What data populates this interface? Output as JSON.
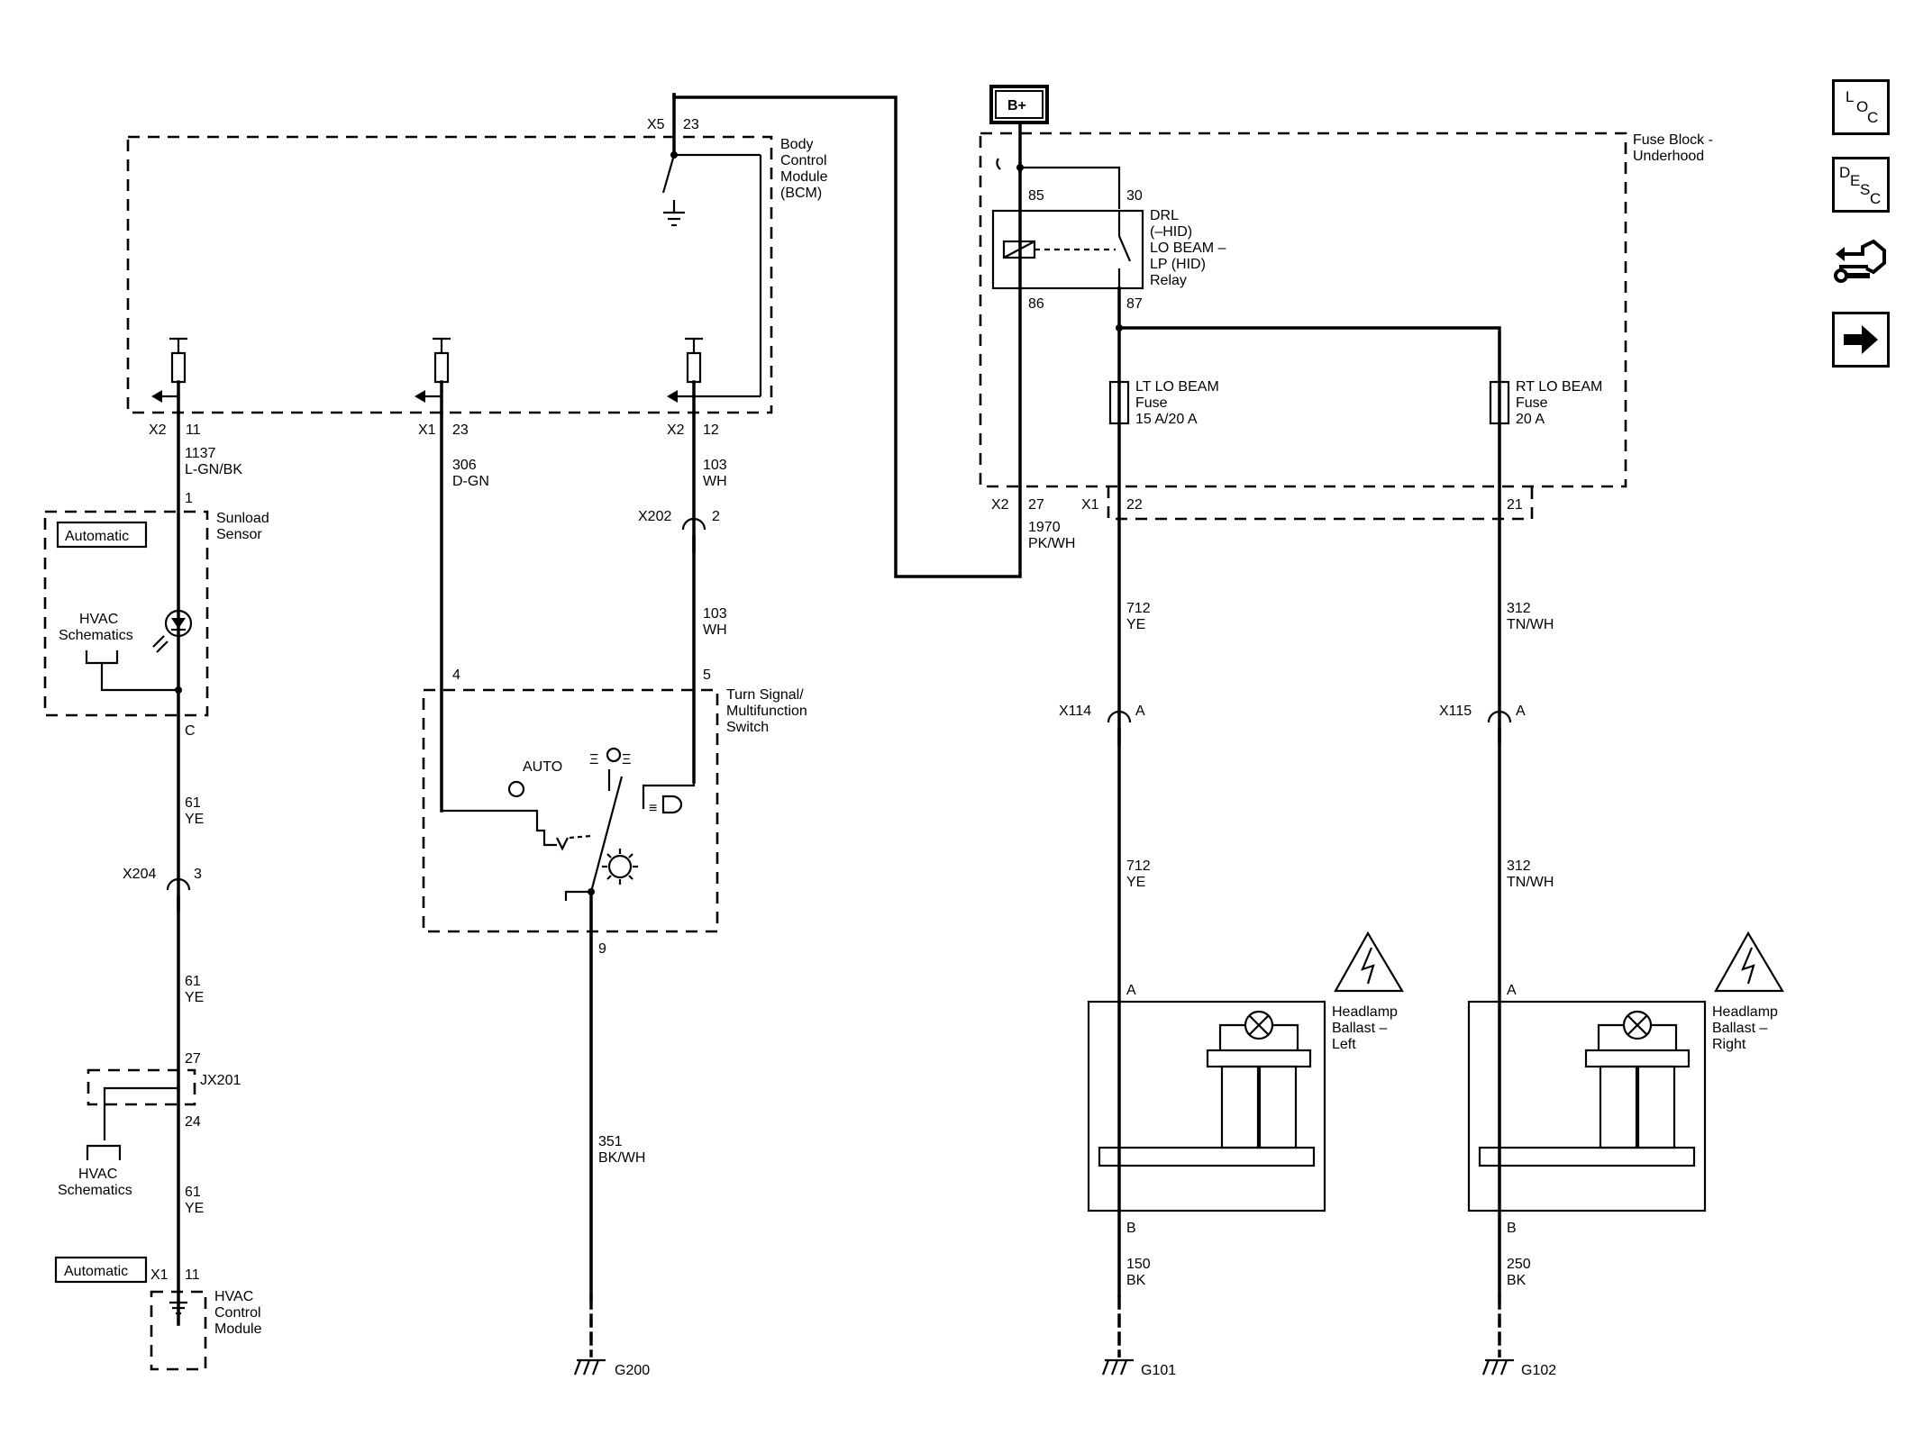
{
  "bplus": "B+",
  "bcm": {
    "name": [
      "Body",
      "Control",
      "Module",
      "(BCM)"
    ],
    "x5": "X5",
    "x5_pin": "23",
    "c1_conn": "X2",
    "c1_pin": "11",
    "c2_conn": "X1",
    "c2_pin": "23",
    "c3_conn": "X2",
    "c3_pin": "12"
  },
  "wires": {
    "w1137": "1137",
    "w1137_color": "L-GN/BK",
    "w306": "306",
    "w306_color": "D-GN",
    "w103a": "103",
    "w103a_color": "WH",
    "w103b": "103",
    "w103b_color": "WH",
    "w61a": "61",
    "w61a_color": "YE",
    "w61b": "61",
    "w61b_color": "YE",
    "w61c": "61",
    "w61c_color": "YE",
    "w351": "351",
    "w351_color": "BK/WH",
    "w1970": "1970",
    "w1970_color": "PK/WH",
    "w712a": "712",
    "w712a_color": "YE",
    "w712b": "712",
    "w712b_color": "YE",
    "w312a": "312",
    "w312a_color": "TN/WH",
    "w312b": "312",
    "w312b_color": "TN/WH",
    "w150": "150",
    "w150_color": "BK",
    "w250": "250",
    "w250_color": "BK"
  },
  "sunload": {
    "name": [
      "Sunload",
      "Sensor"
    ],
    "pin_top": "1",
    "pin_bottom": "C",
    "automatic": "Automatic",
    "hvac": [
      "HVAC",
      "Schematics"
    ]
  },
  "connectors": {
    "x202": "X202",
    "x202_pin": "2",
    "x204": "X204",
    "x204_pin": "3",
    "jx201": "JX201",
    "jx201_top": "27",
    "jx201_bottom": "24",
    "x114": "X114",
    "x114_pin": "A",
    "x115": "X115",
    "x115_pin": "A"
  },
  "jx201_hvac": [
    "HVAC",
    "Schematics"
  ],
  "hvac_module": {
    "automatic": "Automatic",
    "conn": "X1",
    "pin": "11",
    "name": [
      "HVAC",
      "Control",
      "Module"
    ]
  },
  "switch": {
    "name": [
      "Turn Signal/",
      "Multifunction",
      "Switch"
    ],
    "pin4": "4",
    "pin5": "5",
    "pin9": "9",
    "auto": "AUTO"
  },
  "fuse_block": {
    "name": [
      "Fuse Block -",
      "Underhood"
    ],
    "relay_name": [
      "DRL",
      "(–HID)",
      "LO BEAM –",
      "LP (HID)",
      "Relay"
    ],
    "pin85": "85",
    "pin30": "30",
    "pin86": "86",
    "pin87": "87",
    "lt_fuse": [
      "LT LO BEAM",
      "Fuse",
      "15 A/20 A"
    ],
    "rt_fuse": [
      "RT LO BEAM",
      "Fuse",
      "20 A"
    ],
    "x2": "X2",
    "x2_pin": "27",
    "x1": "X1",
    "x1_pin": "22",
    "x1_pin2": "21"
  },
  "ballast_left": {
    "name": [
      "Headlamp",
      "Ballast –",
      "Left"
    ],
    "pin_a": "A",
    "pin_b": "B"
  },
  "ballast_right": {
    "name": [
      "Headlamp",
      "Ballast –",
      "Right"
    ],
    "pin_a": "A",
    "pin_b": "B"
  },
  "grounds": {
    "g200": "G200",
    "g101": "G101",
    "g102": "G102"
  },
  "nav": {
    "loc": [
      "L",
      "O",
      "C"
    ],
    "desc": [
      "D",
      "E",
      "S",
      "C"
    ]
  },
  "icons": [
    "loc-icon",
    "desc-icon",
    "connector-repair-icon",
    "next-arrow-icon"
  ]
}
